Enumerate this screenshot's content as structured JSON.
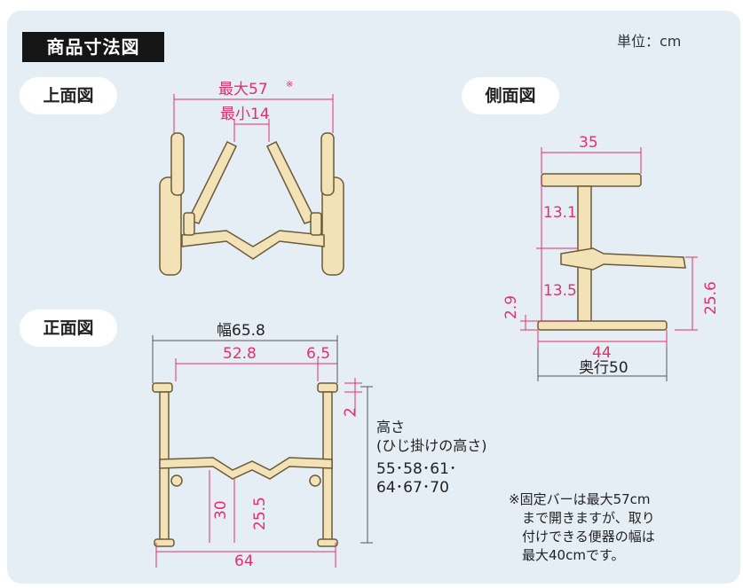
{
  "title": "商品寸法図",
  "unit": "単位：cm",
  "views": {
    "top": "上面図",
    "side": "側面図",
    "front": "正面図"
  },
  "top_view": {
    "max_label": "最大57",
    "max_mark": "※",
    "min_label": "最小14"
  },
  "side_view": {
    "top_width": "35",
    "upper_height": "13.1",
    "lower_height": "13.5",
    "armrest_height": "25.6",
    "base_offset": "2.9",
    "base_length": "44",
    "depth_label": "奥行50"
  },
  "front_view": {
    "width_label": "幅65.8",
    "inner_width": "52.8",
    "side_offset": "6.5",
    "top_thickness": "2",
    "h30": "30",
    "h255": "25.5",
    "bottom_width": "64"
  },
  "height_text": {
    "line1": "高さ",
    "line2": "(ひじ掛けの高さ)",
    "line3": "55･58･61･",
    "line4": "64･67･70"
  },
  "note": {
    "line1": "※固定バーは最大57cm",
    "line2": "　まで開きますが、取り",
    "line3": "　付けできる便器の幅は",
    "line4": "　最大40cmです。"
  },
  "colors": {
    "background": "#e6eef5",
    "dimension": "#e3306a",
    "frame": "#f3e2b6",
    "frame_outline": "#6b5a3a",
    "title_box": "#151515"
  }
}
